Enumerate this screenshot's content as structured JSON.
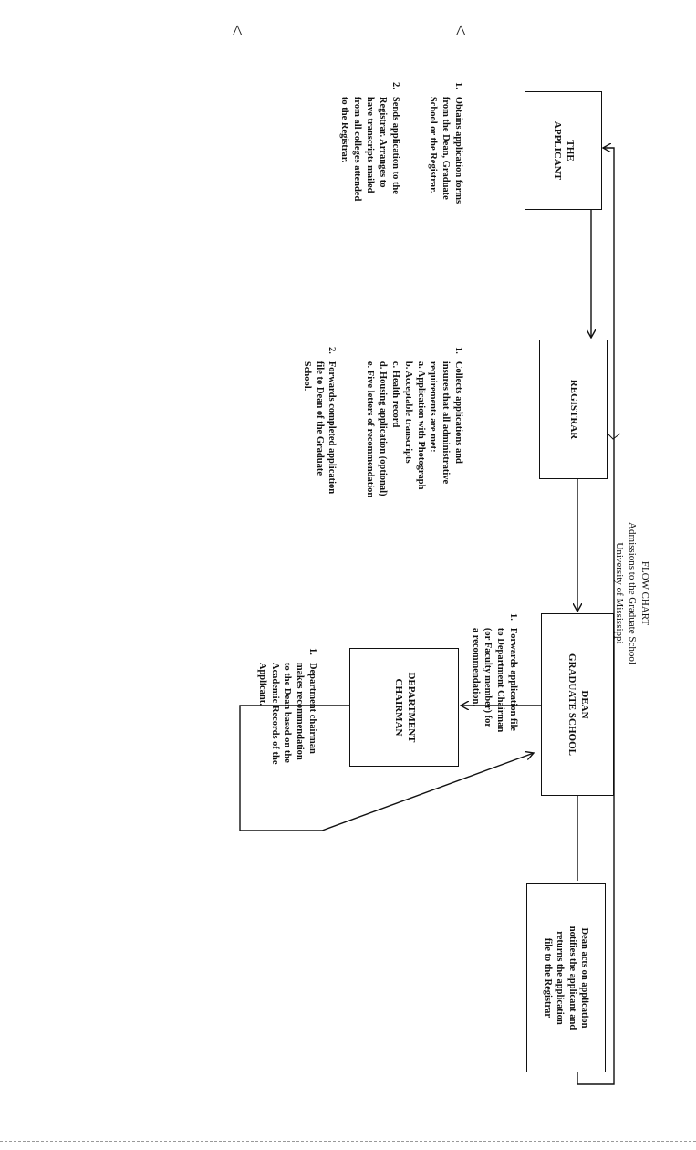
{
  "title": {
    "line1": "FLOW CHART",
    "line2": "Admissions to the Graduate School",
    "line3": "University of Mississippi"
  },
  "nodes": {
    "applicant": "THE\nAPPLICANT",
    "registrar": "REGISTRAR",
    "dean": "DEAN\nGRADUATE SCHOOL",
    "department": "DEPARTMENT\nCHAIRMAN",
    "final": "Dean acts on application\nnotifies the applicant and\nreturns the application\nfile to the Registrar"
  },
  "notes": {
    "applicant": [
      {
        "num": "1.",
        "text": "Obtains application forms\nfrom the Dean, Graduate\nSchool or the Registrar."
      },
      {
        "num": "2.",
        "text": "Sends application to the\nRegistrar.  Arranges to\nhave transcripts mailed\nfrom all colleges attended\nto the Registrar."
      }
    ],
    "registrar": [
      {
        "num": "1.",
        "text": "Collects applications and\ninsures that all administrative\nrequirements are met:\na.  Application with Photograph\nb.  Acceptable transcripts\nc.  Health record\nd.  Housing application (optional)\ne.  Five letters of recommendation"
      },
      {
        "num": "2.",
        "text": "Forwards completed application\nfile to Dean of the Graduate\nSchool."
      }
    ],
    "dean": [
      {
        "num": "1.",
        "text": "Forwards application file\nto Department Chairman\n(or Faculty member) for\na recommendation."
      }
    ],
    "department": [
      {
        "num": "1.",
        "text": "Department chairman\nmakes recommendation\nto the Dean based on the\nAcademic Records of the\nApplicant."
      }
    ]
  },
  "colors": {
    "ink": "#111111",
    "paper": "#ffffff"
  }
}
